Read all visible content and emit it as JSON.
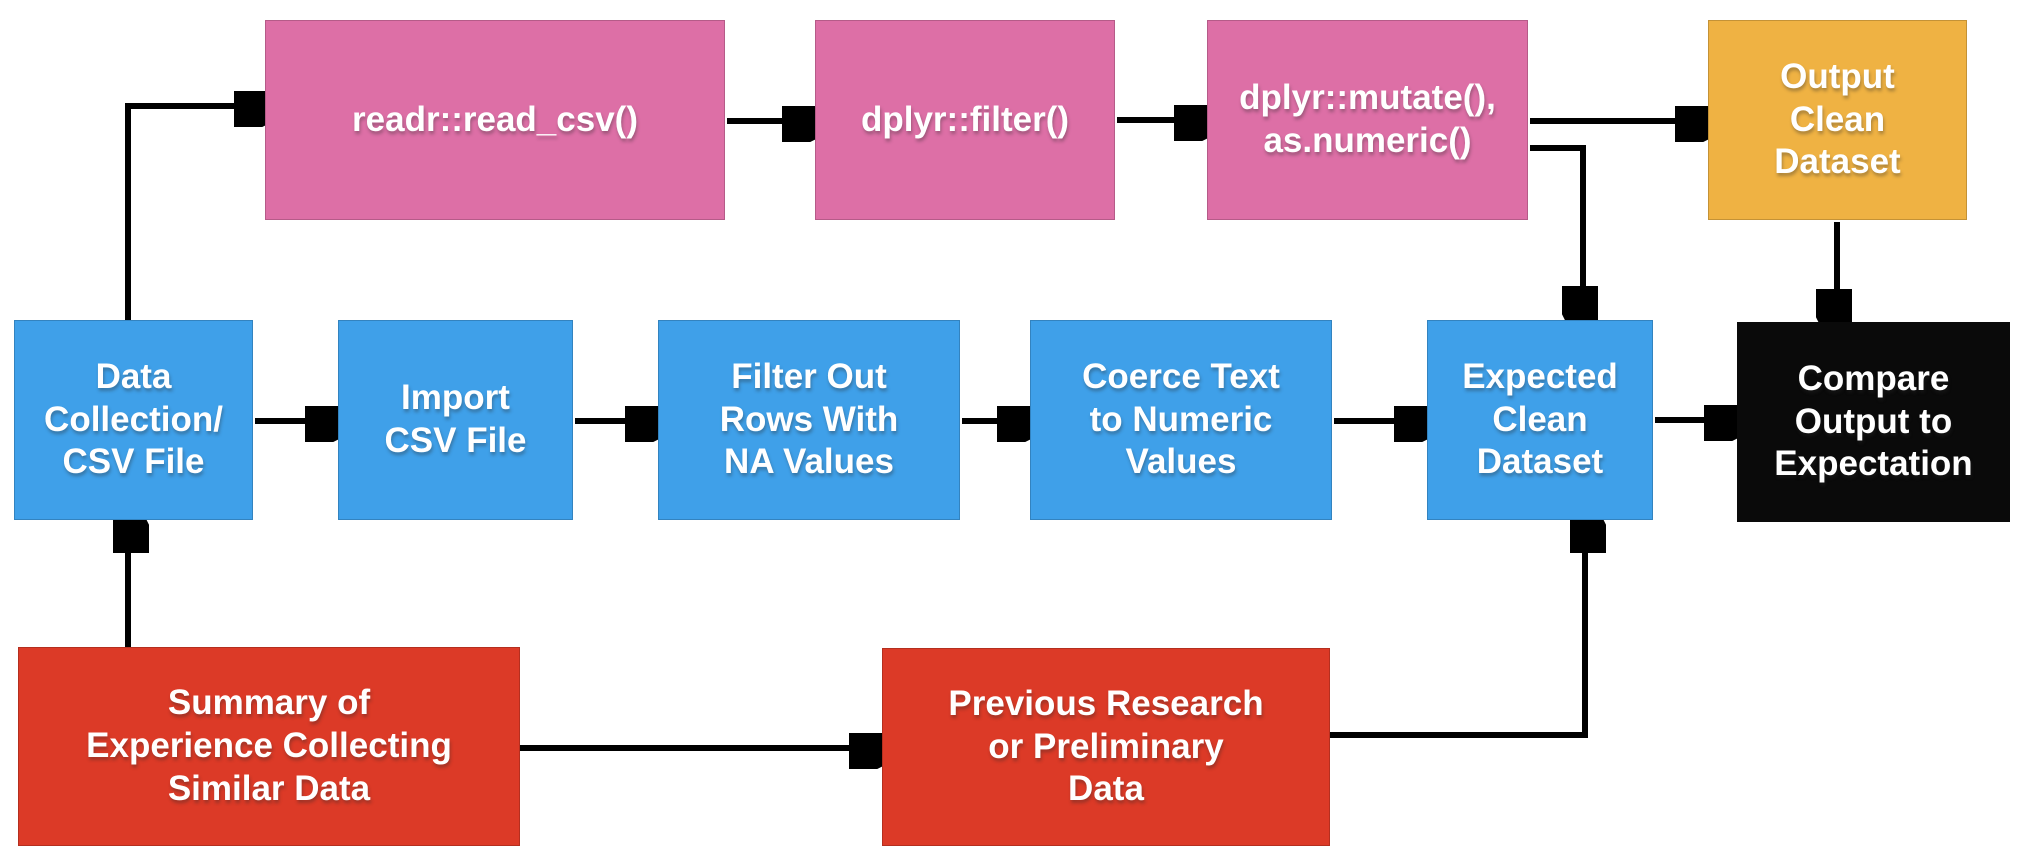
{
  "colors": {
    "pink": "#DD6FA6",
    "blue": "#3FA0E9",
    "red": "#DC3A27",
    "yellow": "#EFB243",
    "black": "#0A0A0A",
    "arrow": "#000000",
    "label_text": "#FFFFFF",
    "background": "#FFFFFF"
  },
  "nodes": [
    {
      "id": "readr-read-csv",
      "label": "readr::read_csv()",
      "color": "pink"
    },
    {
      "id": "dplyr-filter",
      "label": "dplyr::filter()",
      "color": "pink"
    },
    {
      "id": "dplyr-mutate",
      "label": "dplyr::mutate(),\nas.numeric()",
      "color": "pink"
    },
    {
      "id": "output-clean",
      "label": "Output\nClean\nDataset",
      "color": "yellow"
    },
    {
      "id": "data-collection",
      "label": "Data\nCollection/\nCSV File",
      "color": "blue"
    },
    {
      "id": "import-csv",
      "label": "Import\nCSV File",
      "color": "blue"
    },
    {
      "id": "filter-na",
      "label": "Filter Out\nRows With\nNA Values",
      "color": "blue"
    },
    {
      "id": "coerce-text",
      "label": "Coerce Text\nto Numeric\nValues",
      "color": "blue"
    },
    {
      "id": "expected-clean",
      "label": "Expected\nClean\nDataset",
      "color": "blue"
    },
    {
      "id": "compare-output",
      "label": "Compare\nOutput to\nExpectation",
      "color": "black"
    },
    {
      "id": "summary-experience",
      "label": "Summary of\nExperience Collecting\nSimilar Data",
      "color": "red"
    },
    {
      "id": "previous-research",
      "label": "Previous Research\nor Preliminary\nData",
      "color": "red"
    }
  ],
  "edges": [
    {
      "from": "data-collection",
      "to": "readr-read-csv"
    },
    {
      "from": "readr-read-csv",
      "to": "dplyr-filter"
    },
    {
      "from": "dplyr-filter",
      "to": "dplyr-mutate"
    },
    {
      "from": "dplyr-mutate",
      "to": "output-clean"
    },
    {
      "from": "dplyr-mutate",
      "to": "expected-clean"
    },
    {
      "from": "output-clean",
      "to": "compare-output"
    },
    {
      "from": "data-collection",
      "to": "import-csv"
    },
    {
      "from": "import-csv",
      "to": "filter-na"
    },
    {
      "from": "filter-na",
      "to": "coerce-text"
    },
    {
      "from": "coerce-text",
      "to": "expected-clean"
    },
    {
      "from": "expected-clean",
      "to": "compare-output"
    },
    {
      "from": "summary-experience",
      "to": "data-collection"
    },
    {
      "from": "summary-experience",
      "to": "previous-research"
    },
    {
      "from": "previous-research",
      "to": "expected-clean"
    }
  ]
}
